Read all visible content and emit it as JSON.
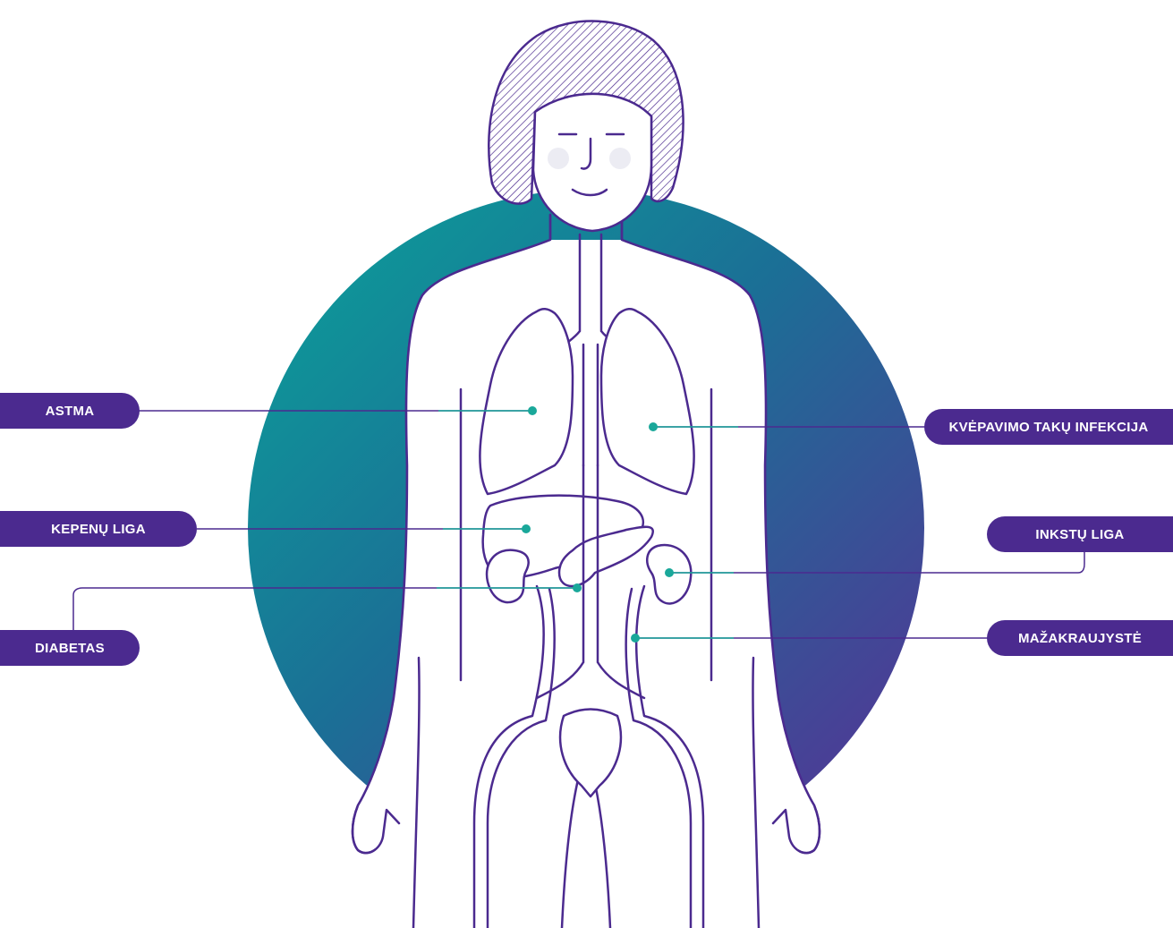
{
  "labels": {
    "astma": "ASTMA",
    "kepenu_liga": "KEPENŲ LIGA",
    "diabetas": "DIABETAS",
    "kvepavimo": "KVĖPAVIMO TAKŲ INFEKCIJA",
    "inkstu_liga": "INKSTŲ LIGA",
    "mazakraujyste": "MAŽAKRAUJYSTĖ"
  },
  "colors": {
    "pill": "#4b2a8f",
    "outline": "#4b2a8f",
    "connector": "#4b2a8f",
    "dot": "#1aa89a",
    "circle_start": "#0a9e96",
    "circle_end": "#5a2e96",
    "cheek": "#ececf3"
  }
}
